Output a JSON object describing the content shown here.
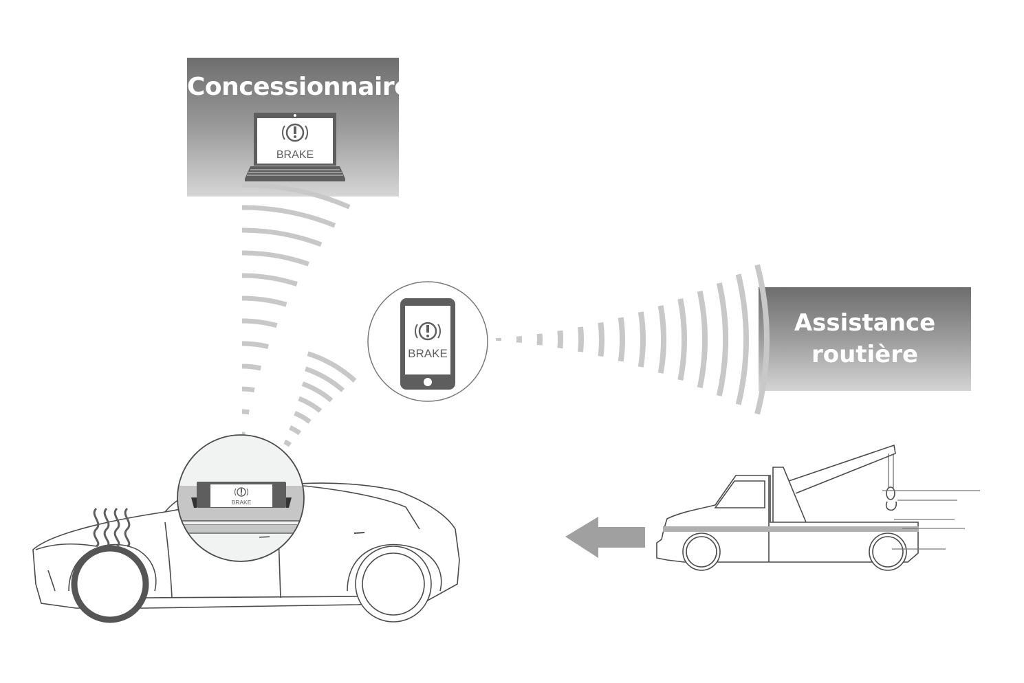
{
  "dealer": {
    "title": "Concessionnaire",
    "screen_label": "BRAKE",
    "icon": "brake-warning-icon"
  },
  "phone": {
    "screen_label": "BRAKE",
    "icon": "brake-warning-icon"
  },
  "roadside": {
    "title_line1": "Assistance",
    "title_line2": "routière"
  },
  "car": {
    "dashboard_label": "BRAKE",
    "icon": "brake-warning-icon",
    "heat_icon": "heat-waves-icon"
  },
  "tow_truck": {
    "direction_icon": "arrow-left-icon"
  },
  "colors": {
    "box_dark": "#6e6e6e",
    "box_light": "#d6d6d6",
    "signal": "#c8c8c8",
    "line": "#4a4a4a",
    "device_dark": "#5e5e5e",
    "arrow": "#a0a0a0"
  }
}
